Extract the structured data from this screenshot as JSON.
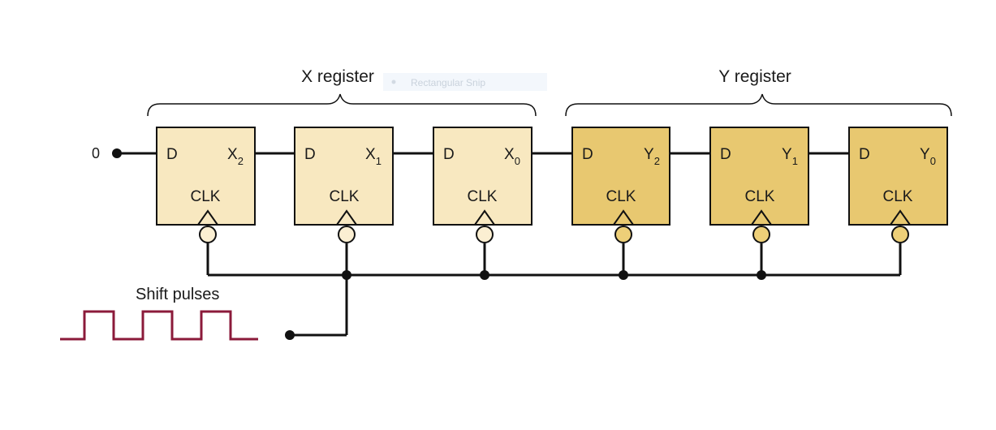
{
  "input_value": "0",
  "registers": [
    {
      "label": "X register",
      "flipflops": [
        {
          "input": "D",
          "output_main": "X",
          "output_sub": "2",
          "clock": "CLK"
        },
        {
          "input": "D",
          "output_main": "X",
          "output_sub": "1",
          "clock": "CLK"
        },
        {
          "input": "D",
          "output_main": "X",
          "output_sub": "0",
          "clock": "CLK"
        }
      ]
    },
    {
      "label": "Y register",
      "flipflops": [
        {
          "input": "D",
          "output_main": "Y",
          "output_sub": "2",
          "clock": "CLK"
        },
        {
          "input": "D",
          "output_main": "Y",
          "output_sub": "1",
          "clock": "CLK"
        },
        {
          "input": "D",
          "output_main": "Y",
          "output_sub": "0",
          "clock": "CLK"
        }
      ]
    }
  ],
  "clock_source_label": "Shift pulses",
  "overlay_tooltip": "Rectangular Snip",
  "colors": {
    "x_fill": "#f8e8c0",
    "y_fill": "#e8c870",
    "x_bubble": "#fbefd2",
    "y_bubble": "#edcf78",
    "pulse": "#8b1a3a",
    "wire": "#111111"
  }
}
